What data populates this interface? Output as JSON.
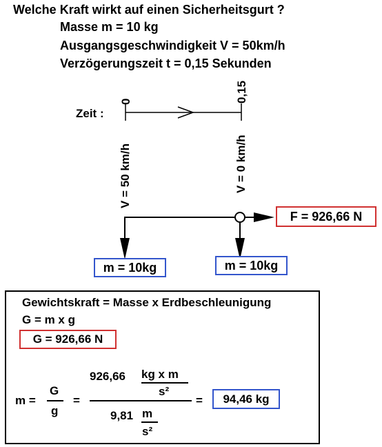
{
  "question": "Welche Kraft wirkt auf einen Sicherheitsgurt ?",
  "given": {
    "mass": "Masse  m = 10 kg",
    "velocity": "Ausgangsgeschwindigkeit V = 50km/h",
    "time": "Verzögerungszeit  t = 0,15 Sekunden"
  },
  "timeline": {
    "label": "Zeit :",
    "start_tick": "0",
    "end_tick": "0,15",
    "v_start": "V = 50 km/h",
    "v_end": "V = 0 km/h"
  },
  "force_box": "F = 926,66 N",
  "mass_box_left": "m = 10kg",
  "mass_box_right": "m = 10kg",
  "calc": {
    "line1": "Gewichtskraft  = Masse x Erdbeschleunigung",
    "line2": "G = m x g",
    "result_g": "G = 926,66 N",
    "m_eq": "m =",
    "frac_G": "G",
    "frac_g": "g",
    "equals1": "=",
    "num_value": "926,66",
    "num_unit_top": "kg x m",
    "num_unit_bottom": "s²",
    "den_value": "9,81",
    "den_unit_top": "m",
    "den_unit_bottom": "s²",
    "equals2": "=",
    "result": "94,46 kg"
  },
  "colors": {
    "highlight_red": "#d03030",
    "highlight_blue": "#3355cc"
  }
}
